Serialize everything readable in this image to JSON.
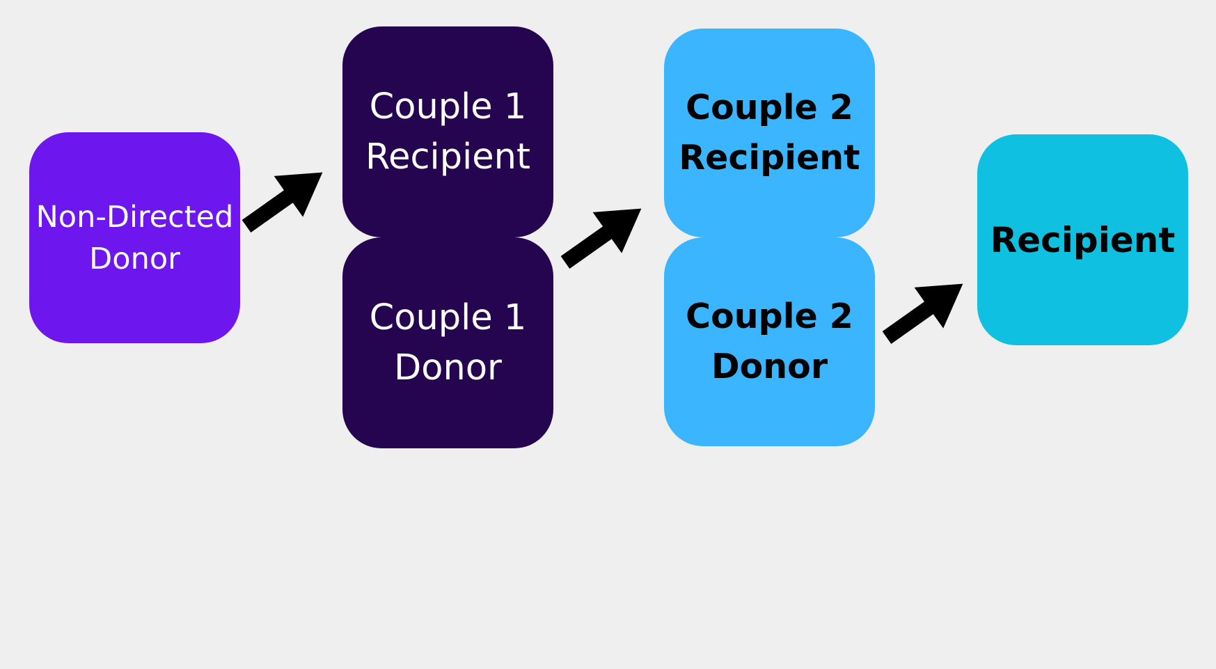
{
  "diagram": {
    "nodes": {
      "non_directed_donor": {
        "label": "Non-Directed\nDonor",
        "color": "#6d16ee"
      },
      "couple1_recipient": {
        "label": "Couple 1\nRecipient",
        "color": "#260550"
      },
      "couple1_donor": {
        "label": "Couple 1\nDonor",
        "color": "#260550"
      },
      "couple2_recipient": {
        "label": "Couple 2\nRecipient",
        "color": "#3bb6fe"
      },
      "couple2_donor": {
        "label": "Couple 2\nDonor",
        "color": "#3bb6fe"
      },
      "recipient": {
        "label": "Recipient",
        "color": "#0fc0e0"
      }
    },
    "edges": [
      {
        "from": "non_directed_donor",
        "to": "couple1_recipient"
      },
      {
        "from": "couple1_donor",
        "to": "couple2_recipient"
      },
      {
        "from": "couple2_donor",
        "to": "recipient"
      }
    ],
    "arrow_color": "#000000"
  }
}
